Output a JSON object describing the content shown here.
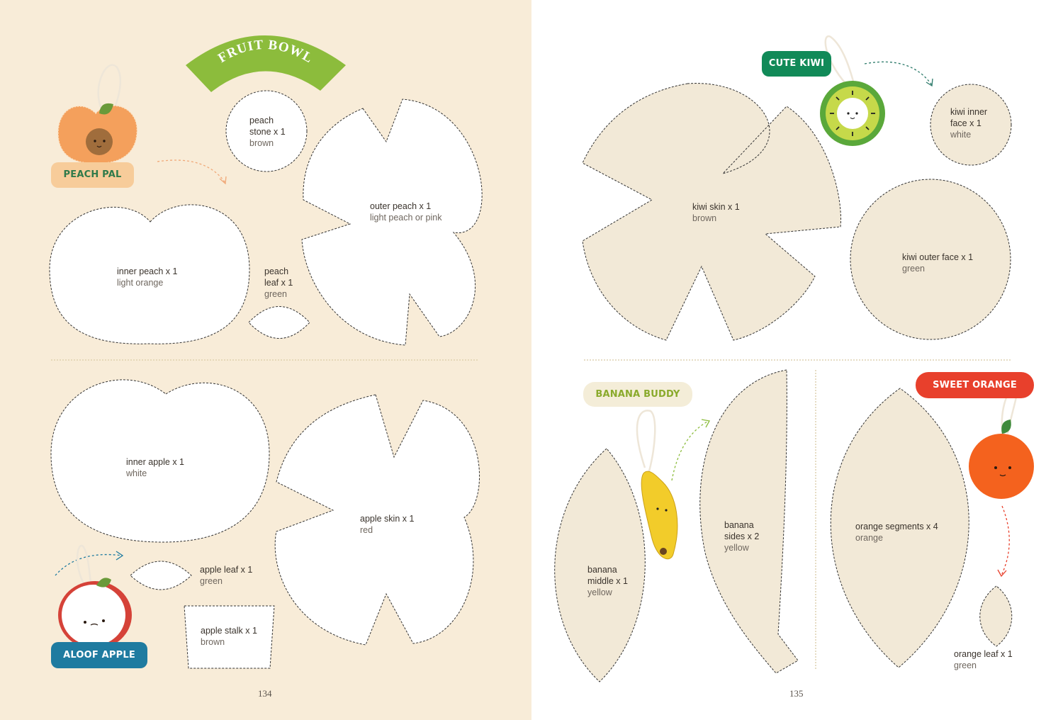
{
  "spread_title": "FRUIT BOWL",
  "colors": {
    "left_page_bg": "#f8ecd8",
    "right_page_bg": "#ffffff",
    "fruit_bowl_banner": "#8cbc3c",
    "peach_pal_badge": "#f7cc9a",
    "aloof_apple_badge": "#1f7ba0",
    "cute_kiwi_badge": "#118a58",
    "banana_buddy_badge": "#f4edd8",
    "sweet_orange_badge": "#e8402c"
  },
  "pages": {
    "left": {
      "page_number": "134",
      "projects": {
        "peach_pal": "PEACH PAL",
        "aloof_apple": "ALOOF APPLE"
      },
      "pieces": {
        "peach_stone": {
          "name_lines": [
            "peach",
            "stone x 1"
          ],
          "color": "brown"
        },
        "outer_peach": {
          "name_lines": [
            "outer peach x 1"
          ],
          "color": "light peach or pink"
        },
        "inner_peach": {
          "name_lines": [
            "inner peach x 1"
          ],
          "color": "light orange"
        },
        "peach_leaf": {
          "name_lines": [
            "peach",
            "leaf x 1"
          ],
          "color": "green"
        },
        "inner_apple": {
          "name_lines": [
            "inner apple x 1"
          ],
          "color": "white"
        },
        "apple_skin": {
          "name_lines": [
            "apple skin x 1"
          ],
          "color": "red"
        },
        "apple_leaf": {
          "name_lines": [
            "apple leaf x 1"
          ],
          "color": "green"
        },
        "apple_stalk": {
          "name_lines": [
            "apple stalk x 1"
          ],
          "color": "brown"
        }
      }
    },
    "right": {
      "page_number": "135",
      "projects": {
        "cute_kiwi": "CUTE KIWI",
        "banana_buddy": "BANANA BUDDY",
        "sweet_orange": "SWEET ORANGE"
      },
      "pieces": {
        "kiwi_inner_face": {
          "name_lines": [
            "kiwi inner",
            "face x 1"
          ],
          "color": "white"
        },
        "kiwi_skin": {
          "name_lines": [
            "kiwi skin x 1"
          ],
          "color": "brown"
        },
        "kiwi_outer_face": {
          "name_lines": [
            "kiwi outer face x 1"
          ],
          "color": "green"
        },
        "banana_middle": {
          "name_lines": [
            "banana",
            "middle x 1"
          ],
          "color": "yellow"
        },
        "banana_sides": {
          "name_lines": [
            "banana",
            "sides x 2"
          ],
          "color": "yellow"
        },
        "orange_segments": {
          "name_lines": [
            "orange segments x 4"
          ],
          "color": "orange"
        },
        "orange_leaf": {
          "name_lines": [
            "orange leaf x 1"
          ],
          "color": "green"
        }
      }
    }
  }
}
